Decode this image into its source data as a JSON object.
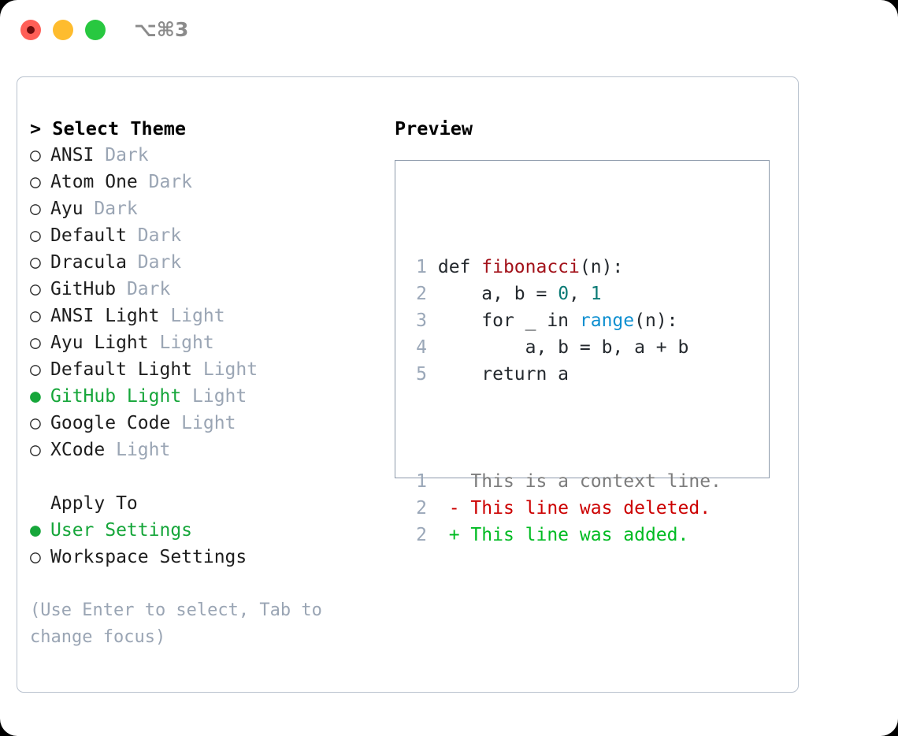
{
  "titlebar": {
    "shortcut": "⌥⌘3",
    "dots": [
      {
        "name": "close-dot",
        "color": "#ff5f57"
      },
      {
        "name": "minimize-dot",
        "color": "#febc2e"
      },
      {
        "name": "maximize-dot",
        "color": "#28c840"
      }
    ]
  },
  "theme_picker": {
    "heading_prefix": "> ",
    "heading": "Select Theme",
    "marker_unselected": "○ ",
    "marker_selected": "● ",
    "items": [
      {
        "name": "ANSI",
        "kind": "Dark",
        "selected": false
      },
      {
        "name": "Atom One",
        "kind": "Dark",
        "selected": false
      },
      {
        "name": "Ayu",
        "kind": "Dark",
        "selected": false
      },
      {
        "name": "Default",
        "kind": "Dark",
        "selected": false
      },
      {
        "name": "Dracula",
        "kind": "Dark",
        "selected": false
      },
      {
        "name": "GitHub",
        "kind": "Dark",
        "selected": false
      },
      {
        "name": "ANSI Light",
        "kind": "Light",
        "selected": false
      },
      {
        "name": "Ayu Light",
        "kind": "Light",
        "selected": false
      },
      {
        "name": "Default Light",
        "kind": "Light",
        "selected": false
      },
      {
        "name": "GitHub Light",
        "kind": "Light",
        "selected": true
      },
      {
        "name": "Google Code",
        "kind": "Light",
        "selected": false
      },
      {
        "name": "XCode",
        "kind": "Light",
        "selected": false
      }
    ]
  },
  "apply_to": {
    "heading": "Apply To",
    "items": [
      {
        "label": "User Settings",
        "selected": true
      },
      {
        "label": "Workspace Settings",
        "selected": false
      }
    ]
  },
  "hint": "(Use Enter to select, Tab to change focus)",
  "preview": {
    "title": "Preview",
    "code_lines": [
      {
        "n": "1",
        "tokens": [
          {
            "t": "def ",
            "c": "tok-def"
          },
          {
            "t": "fibonacci",
            "c": "tok-fn"
          },
          {
            "t": "(n):",
            "c": "tok-plain"
          }
        ]
      },
      {
        "n": "2",
        "tokens": [
          {
            "t": "    a, b = ",
            "c": "tok-plain"
          },
          {
            "t": "0",
            "c": "tok-num"
          },
          {
            "t": ", ",
            "c": "tok-plain"
          },
          {
            "t": "1",
            "c": "tok-num"
          }
        ]
      },
      {
        "n": "3",
        "tokens": [
          {
            "t": "    for _ in ",
            "c": "tok-plain"
          },
          {
            "t": "range",
            "c": "tok-kw"
          },
          {
            "t": "(n):",
            "c": "tok-plain"
          }
        ]
      },
      {
        "n": "4",
        "tokens": [
          {
            "t": "        a, b = b, a + b",
            "c": "tok-plain"
          }
        ]
      },
      {
        "n": "5",
        "tokens": [
          {
            "t": "    return a",
            "c": "tok-plain"
          }
        ]
      }
    ],
    "diff_lines": [
      {
        "n": "1",
        "sign": "  ",
        "text": "This is a context line.",
        "c": "diff-ctx"
      },
      {
        "n": "2",
        "sign": "- ",
        "text": "This line was deleted.",
        "c": "diff-del"
      },
      {
        "n": "2",
        "sign": "+ ",
        "text": "This line was added.",
        "c": "diff-add"
      }
    ]
  },
  "colors": {
    "selected_green": "#16a63a",
    "muted": "#9aa5b4",
    "panel_border": "#b9c2ce",
    "preview_border": "#8d9aab",
    "diff_add": "#00bb22",
    "diff_del": "#cc0000",
    "fn_red": "#a3131b",
    "kw_blue": "#0d8fd0",
    "num_teal": "#0b7a75"
  }
}
